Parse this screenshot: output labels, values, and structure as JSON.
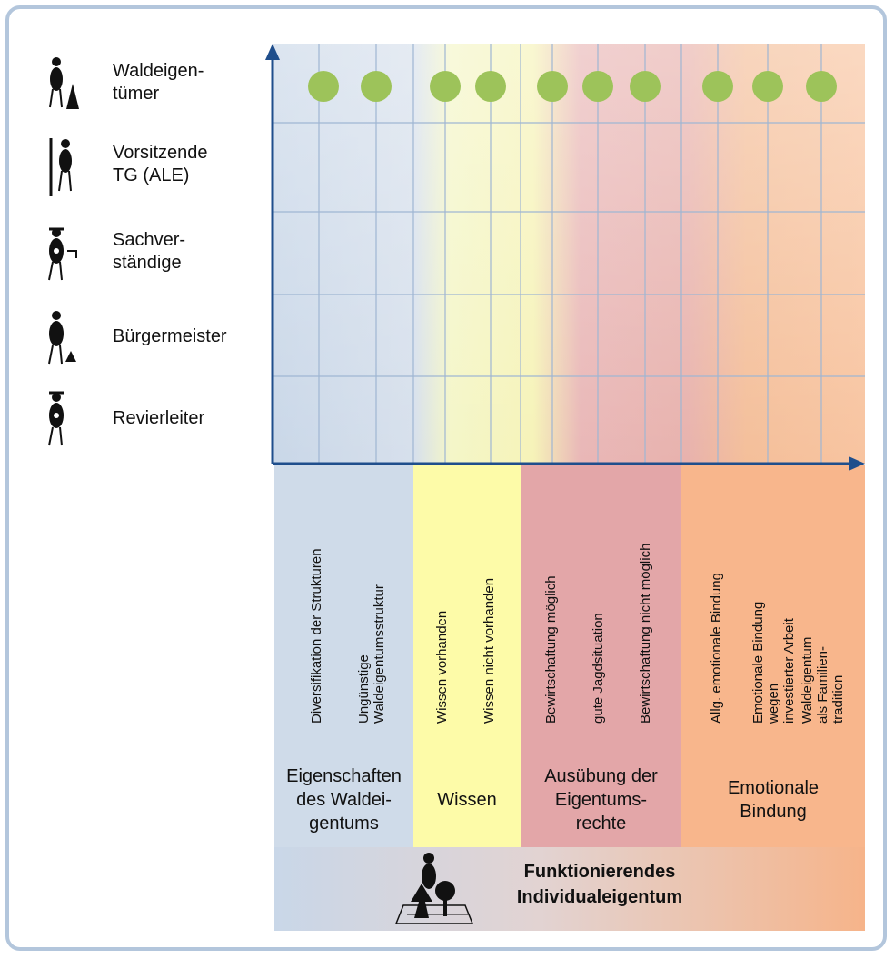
{
  "legend": [
    {
      "label": "Waldeigen-\ntümer",
      "icon": "forest-owner-icon"
    },
    {
      "label": "Vorsitzende\nTG (ALE)",
      "icon": "chairperson-icon"
    },
    {
      "label": "Sachver-\nständige",
      "icon": "expert-icon"
    },
    {
      "label": "Bürgermeister",
      "icon": "mayor-icon"
    },
    {
      "label": "Revierleiter",
      "icon": "forester-icon"
    }
  ],
  "categories": [
    {
      "label": "Eigenschaften\ndes Waldei-\ngentums",
      "color": "#c9d7e8",
      "columns": [
        "Diversifikation der Strukturen",
        "Ungünstige\nWaldeigentumsstruktur"
      ]
    },
    {
      "label": "Wissen",
      "color": "#fdfba0",
      "columns": [
        "Wissen  vorhanden",
        "Wissen  nicht vorhanden"
      ]
    },
    {
      "label": "Ausübung der\nEigentums-\nrechte",
      "color": "#e2a3a6",
      "columns": [
        "Bewirtschaftung möglich",
        "gute Jagdsituation",
        "Bewirtschaftung nicht möglich"
      ]
    },
    {
      "label": "Emotionale\nBindung",
      "color": "#f6b48a",
      "columns": [
        "Allg. emotionale Bindung",
        "Emotionale Bindung wegen\ninvestierter Arbeit",
        "Waldeigentum als Familien-\ntradition"
      ]
    }
  ],
  "markers_row": "Waldeigen-\ntümer",
  "marker_color": "#9dc35a",
  "footer": {
    "label": "Funktionierendes\nIndividualeigentum",
    "icon": "tree-owner-icon"
  }
}
